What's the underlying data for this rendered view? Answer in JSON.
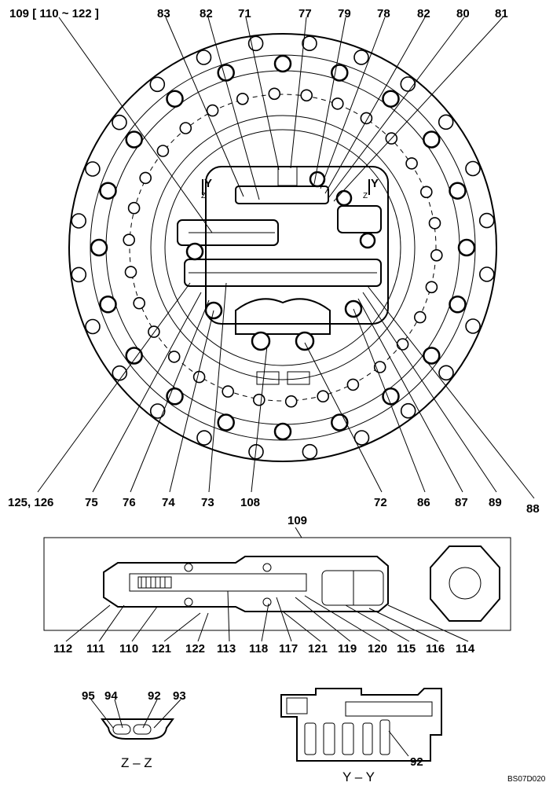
{
  "top_view": {
    "labels_top": [
      "109 [ 110 ~ 122 ]",
      "83",
      "82",
      "71",
      "77",
      "79",
      "78",
      "82",
      "80",
      "81"
    ],
    "labels_bottom": [
      "125, 126",
      "75",
      "76",
      "74",
      "73",
      "108",
      "72",
      "86",
      "87",
      "89",
      "88"
    ],
    "section_marks": [
      "Y",
      "Y",
      "Z",
      "Z"
    ]
  },
  "detail_109": {
    "title": "109",
    "labels": [
      "112",
      "111",
      "110",
      "121",
      "122",
      "113",
      "118",
      "117",
      "121",
      "119",
      "120",
      "115",
      "116",
      "114"
    ]
  },
  "section_zz": {
    "labels": [
      "95",
      "94",
      "92",
      "93"
    ],
    "caption": "Z – Z"
  },
  "section_yy": {
    "labels": [
      "92"
    ],
    "caption": "Y – Y"
  },
  "drawing_code": "BS07D020"
}
